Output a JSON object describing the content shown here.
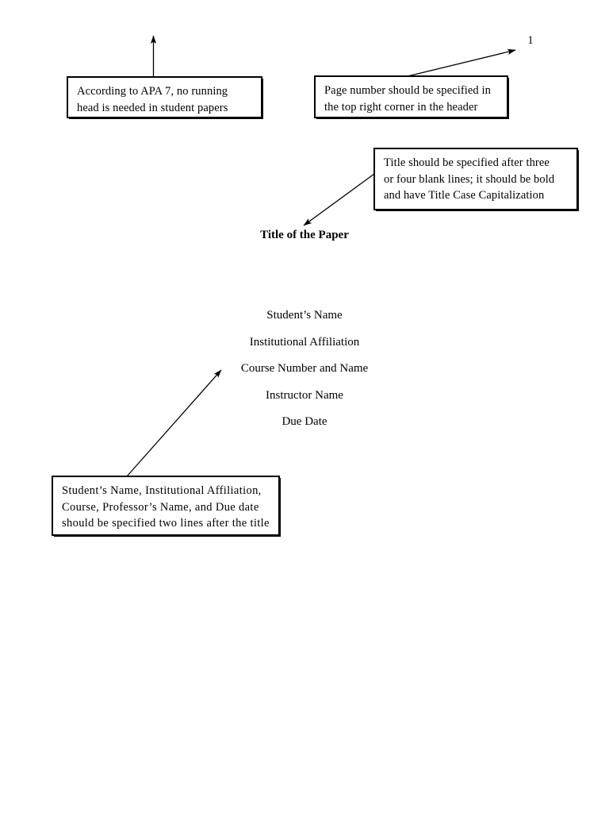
{
  "document": {
    "type": "APA 7 student paper title page template with annotations",
    "page_number": "1",
    "paper": {
      "title": "Title of the Paper",
      "byline": [
        "Student’s Name",
        "Institutional Affiliation",
        "Course Number and Name",
        "Instructor Name",
        "Due Date"
      ]
    },
    "annotations": [
      {
        "id": "running-head",
        "lines": [
          "According to APA 7, no running",
          "head is needed in student papers"
        ]
      },
      {
        "id": "page-number",
        "lines": [
          "Page number should be specified in",
          "the top right corner in the header"
        ]
      },
      {
        "id": "title-format",
        "lines": [
          "Title should be specified after three",
          "or four blank lines; it should be bold",
          "and have Title Case Capitalization"
        ]
      },
      {
        "id": "author-block",
        "lines": [
          "Student’s Name, Institutional Affiliation,",
          "Course, Professor’s Name, and Due date",
          "should be specified two lines after the title"
        ]
      }
    ],
    "colors": {
      "ink": "#000000",
      "page": "#ffffff"
    }
  }
}
